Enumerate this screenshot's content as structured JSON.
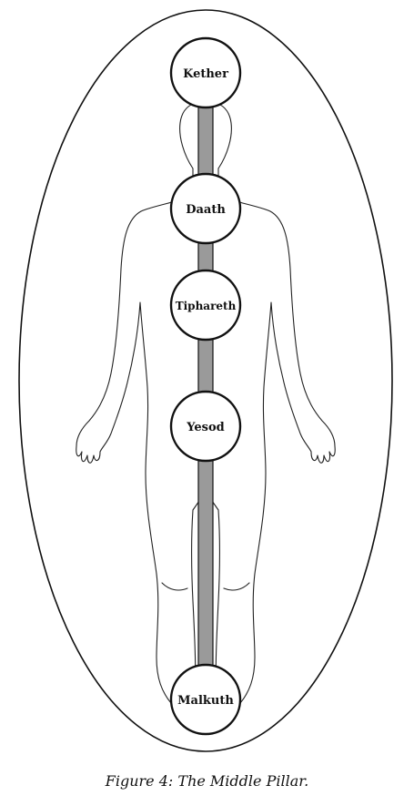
{
  "sephiroth": [
    {
      "name": "Kether"
    },
    {
      "name": "Daath"
    },
    {
      "name": "Tiphareth"
    },
    {
      "name": "Yesod"
    },
    {
      "name": "Malkuth"
    }
  ],
  "caption": "Figure 4: The Middle Pillar.",
  "colors": {
    "pillar": "#9a9a9a",
    "line": "#111111",
    "background": "#ffffff"
  }
}
